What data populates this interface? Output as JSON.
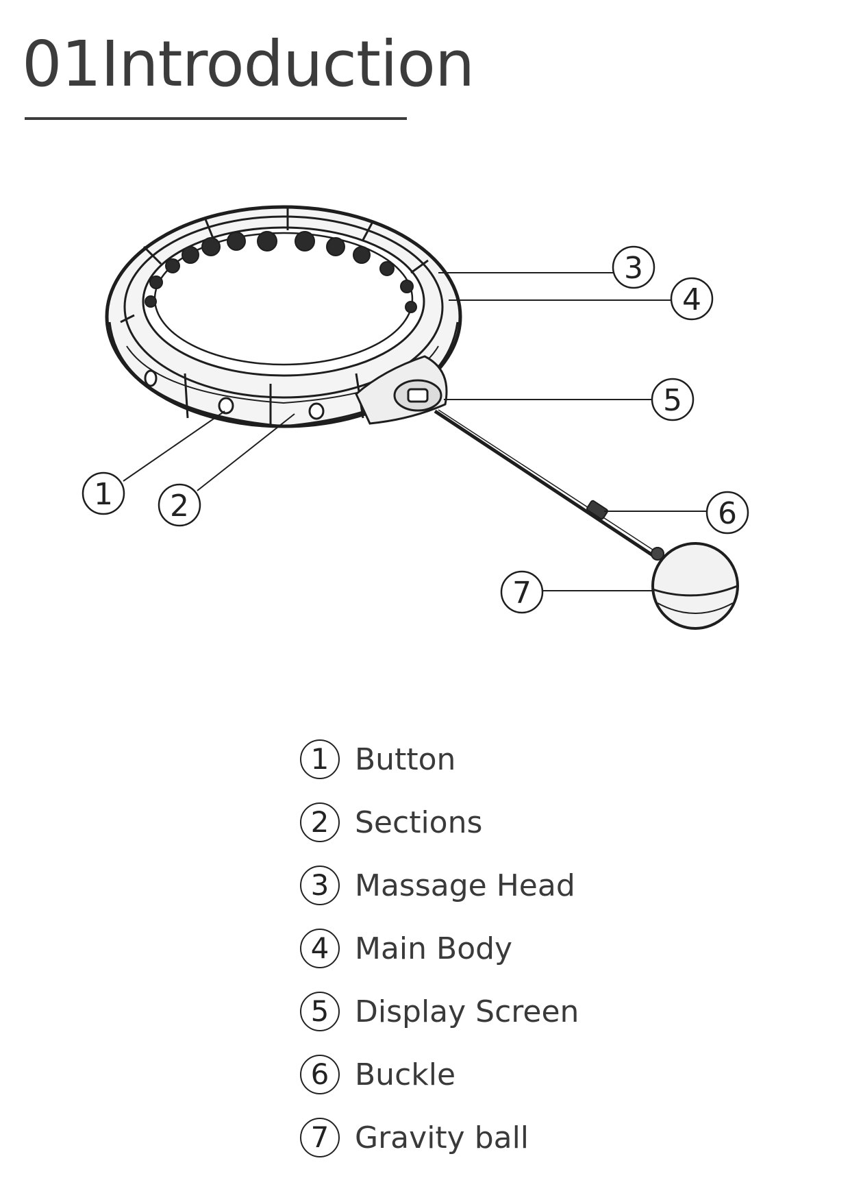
{
  "page": {
    "title": "01Introduction"
  },
  "diagram": {
    "callouts": [
      "1",
      "2",
      "3",
      "4",
      "5",
      "6",
      "7"
    ]
  },
  "legend": {
    "items": [
      {
        "number": "1",
        "label": "Button"
      },
      {
        "number": "2",
        "label": "Sections"
      },
      {
        "number": "3",
        "label": "Massage Head"
      },
      {
        "number": "4",
        "label": "Main Body"
      },
      {
        "number": "5",
        "label": "Display Screen"
      },
      {
        "number": "6",
        "label": "Buckle"
      },
      {
        "number": "7",
        "label": "Gravity ball"
      }
    ]
  }
}
